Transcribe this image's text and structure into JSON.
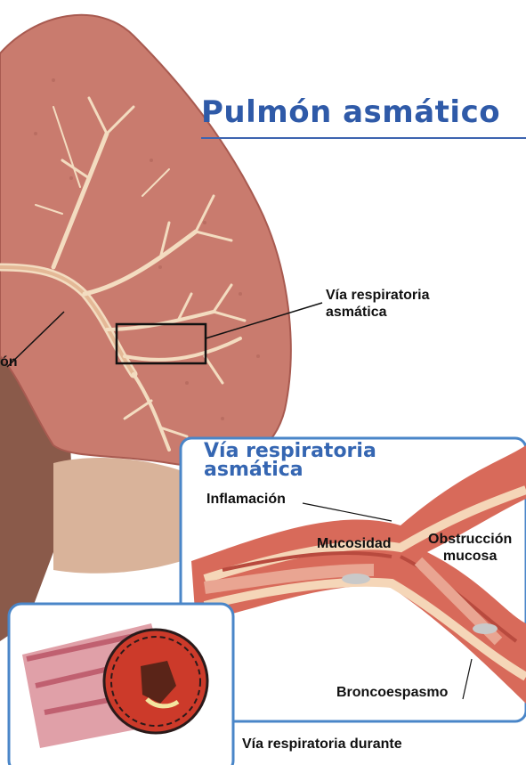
{
  "title": "Pulmón asmático",
  "labels": {
    "airway_line1": "Vía respiratoria",
    "airway_line2": "asmática",
    "left_cut": "ón"
  },
  "inset": {
    "title_line1": "Vía respiratoria",
    "title_line2": "asmática",
    "inflammation": "Inflamación",
    "mucus": "Mucosidad",
    "obstruction_line1": "Obstrucción",
    "obstruction_line2": "mucosa",
    "bronchospasm": "Broncoespasmo"
  },
  "bottom_caption_line1": "Vía respiratoria durante"
}
